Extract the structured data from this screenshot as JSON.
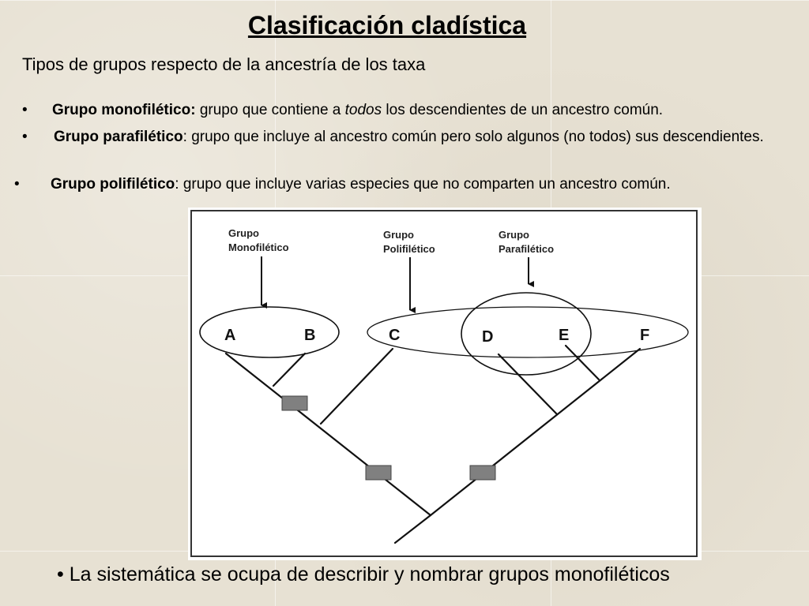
{
  "slide": {
    "title": "Clasificación cladística",
    "subtitle": "Tipos de grupos respecto de la ancestría de los taxa",
    "bullet_symbol": "•",
    "bullets": [
      {
        "term": "Grupo monofilético:",
        "text_before": " grupo que contiene a ",
        "emphasis": "todos",
        "text_after": " los descendientes de un ancestro común."
      },
      {
        "term": "Grupo parafilético",
        "text": ": grupo que incluye al ancestro común pero solo algunos (no todos) sus descendientes."
      },
      {
        "term": "Grupo polifilético",
        "text": ": grupo que incluye varias especies que no comparten un ancestro común."
      }
    ],
    "footer": "• La sistemática se ocupa de describir y nombrar grupos monofiléticos"
  },
  "diagram": {
    "labels": {
      "mono": {
        "line1": "Grupo",
        "line2": "Monofilético"
      },
      "poli": {
        "line1": "Grupo",
        "line2": "Polifilético"
      },
      "para": {
        "line1": "Grupo",
        "line2": "Parafilético"
      }
    },
    "taxa": [
      "A",
      "B",
      "C",
      "D",
      "E",
      "F"
    ],
    "colors": {
      "frame": "#333333",
      "line": "#111111",
      "box": "#808080"
    }
  }
}
